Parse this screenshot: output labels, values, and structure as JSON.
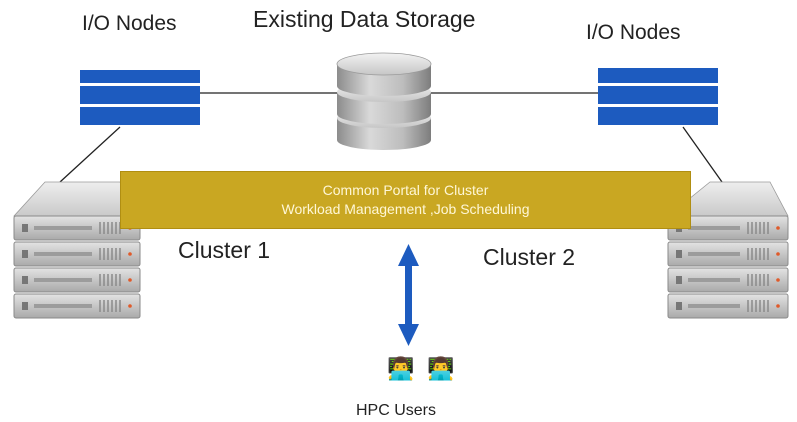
{
  "io_nodes_left": {
    "label": "I/O Nodes",
    "color": "#1d5bbf"
  },
  "io_nodes_right": {
    "label": "I/O Nodes",
    "color": "#1d5bbf"
  },
  "storage": {
    "label": "Existing Data Storage"
  },
  "portal": {
    "line1": "Common Portal for Cluster",
    "line2": "Workload Management ,Job Scheduling",
    "color": "#c9a722"
  },
  "clusters": [
    {
      "label": "Cluster 1"
    },
    {
      "label": "Cluster 2"
    }
  ],
  "arrow": {
    "color": "#1d5bbf",
    "direction": "bidirectional"
  },
  "users": {
    "label": "HPC Users",
    "icon": "user-at-desk-icon",
    "count": 2
  }
}
